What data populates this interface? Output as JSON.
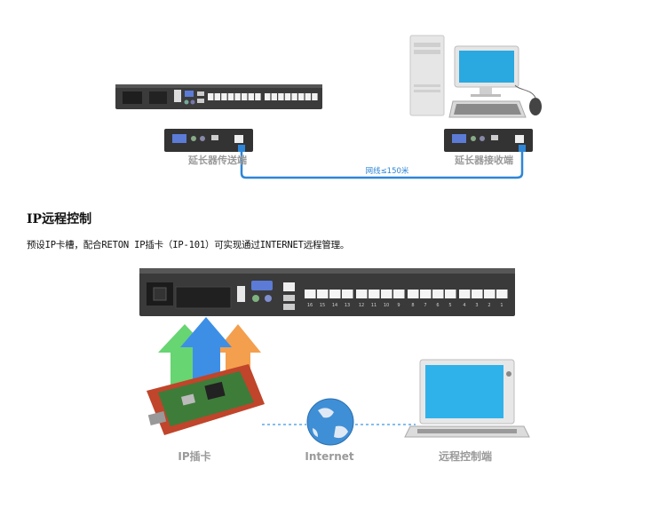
{
  "top_diagram": {
    "transmitter_label": "延长器传送端",
    "receiver_label": "延长器接收端",
    "cable_label": "网线≤150米"
  },
  "section": {
    "heading": "IP远程控制",
    "description": "预设IP卡槽，配合RETON IP插卡（IP-101）可实现通过INTERNET远程管理。"
  },
  "bottom_diagram": {
    "port_numbers": [
      "16",
      "15",
      "14",
      "13",
      "12",
      "11",
      "10",
      "9",
      "8",
      "7",
      "6",
      "5",
      "4",
      "3",
      "2",
      "1"
    ],
    "ip_card_label": "IP插卡",
    "internet_label": "Internet",
    "remote_label": "远程控制端"
  },
  "colors": {
    "device_body": "#3a3a3a",
    "cable": "#2f86d6",
    "dash": "#5aa9e6",
    "arrow_green": "#5fd36a",
    "arrow_blue": "#3d8fe6",
    "arrow_orange": "#f39a45"
  }
}
